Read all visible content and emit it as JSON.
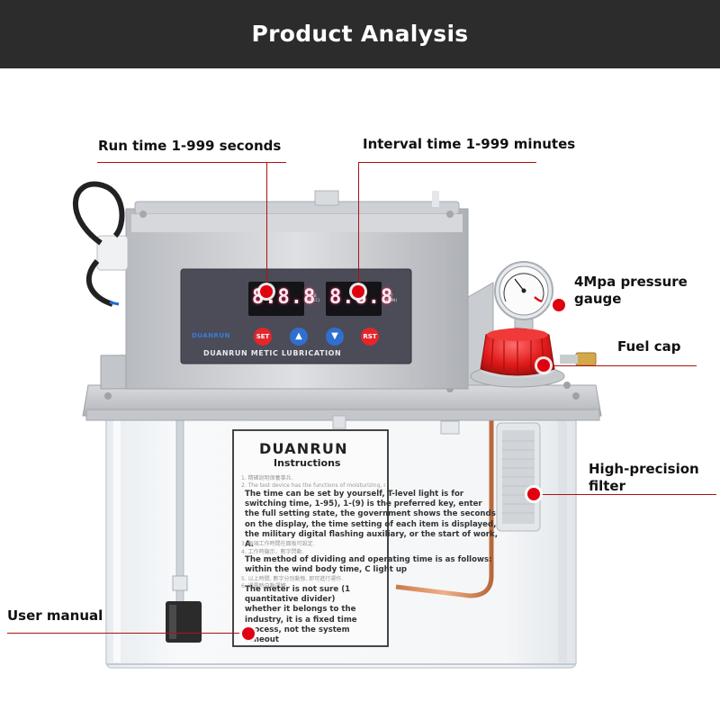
{
  "header": {
    "title": "Product Analysis"
  },
  "callouts": {
    "run_time": "Run time 1-999 seconds",
    "interval_time": "Interval time 1-999 minutes",
    "pressure_gauge_line1": "4Mpa pressure",
    "pressure_gauge_line2": "gauge",
    "fuel_cap": "Fuel cap",
    "filter_line1": "High-precision",
    "filter_line2": "filter",
    "user_manual": "User manual"
  },
  "control_panel": {
    "display_left": "8.8.8",
    "display_right": "8.8.8",
    "left_unit_line1": "LUB",
    "left_unit_line2": "(SEC)",
    "right_unit_line1": "INT",
    "right_unit_line2": "(MIN)",
    "brand": "DUANRUN",
    "set_label": "SET",
    "rst_label": "RST",
    "subtitle": "DUANRUN METIC LUBRICATION"
  },
  "manual": {
    "brand": "DUANRUN",
    "title": "Instructions",
    "faint_1": "1. 精確說明保養事兵.",
    "faint_2": "2. The test device has the functions of moisturizing, style, fixing and moving",
    "para_1": "The time can be set by yourself, T-level light is for switching time, 1-95), 1-(9) is the preferred key, enter the full setting state, the government shows the seconds on the display, the time setting of each item is displayed, the military digital flashing auxiliary, or the start of work, A.",
    "faint_3": "3. 每項工作時間在面板可設定.",
    "faint_4": "4. 工作時顯示，數字閃動.",
    "para_2": "The method of dividing and operating time is as follows: within the wind body time, C light up",
    "faint_5": "5. 以上時間, 數字分別動態, 即可進行運作.",
    "faint_6": "6. 通電時自動運轉.",
    "para_3": "The meter is not sure (1 quantitative divider) whether it belongs to the industry, it is a fixed time process, not the system timeout"
  },
  "colors": {
    "header_bg": "#2c2c2c",
    "accent_red": "#e00010",
    "callout_line": "#b01010"
  }
}
